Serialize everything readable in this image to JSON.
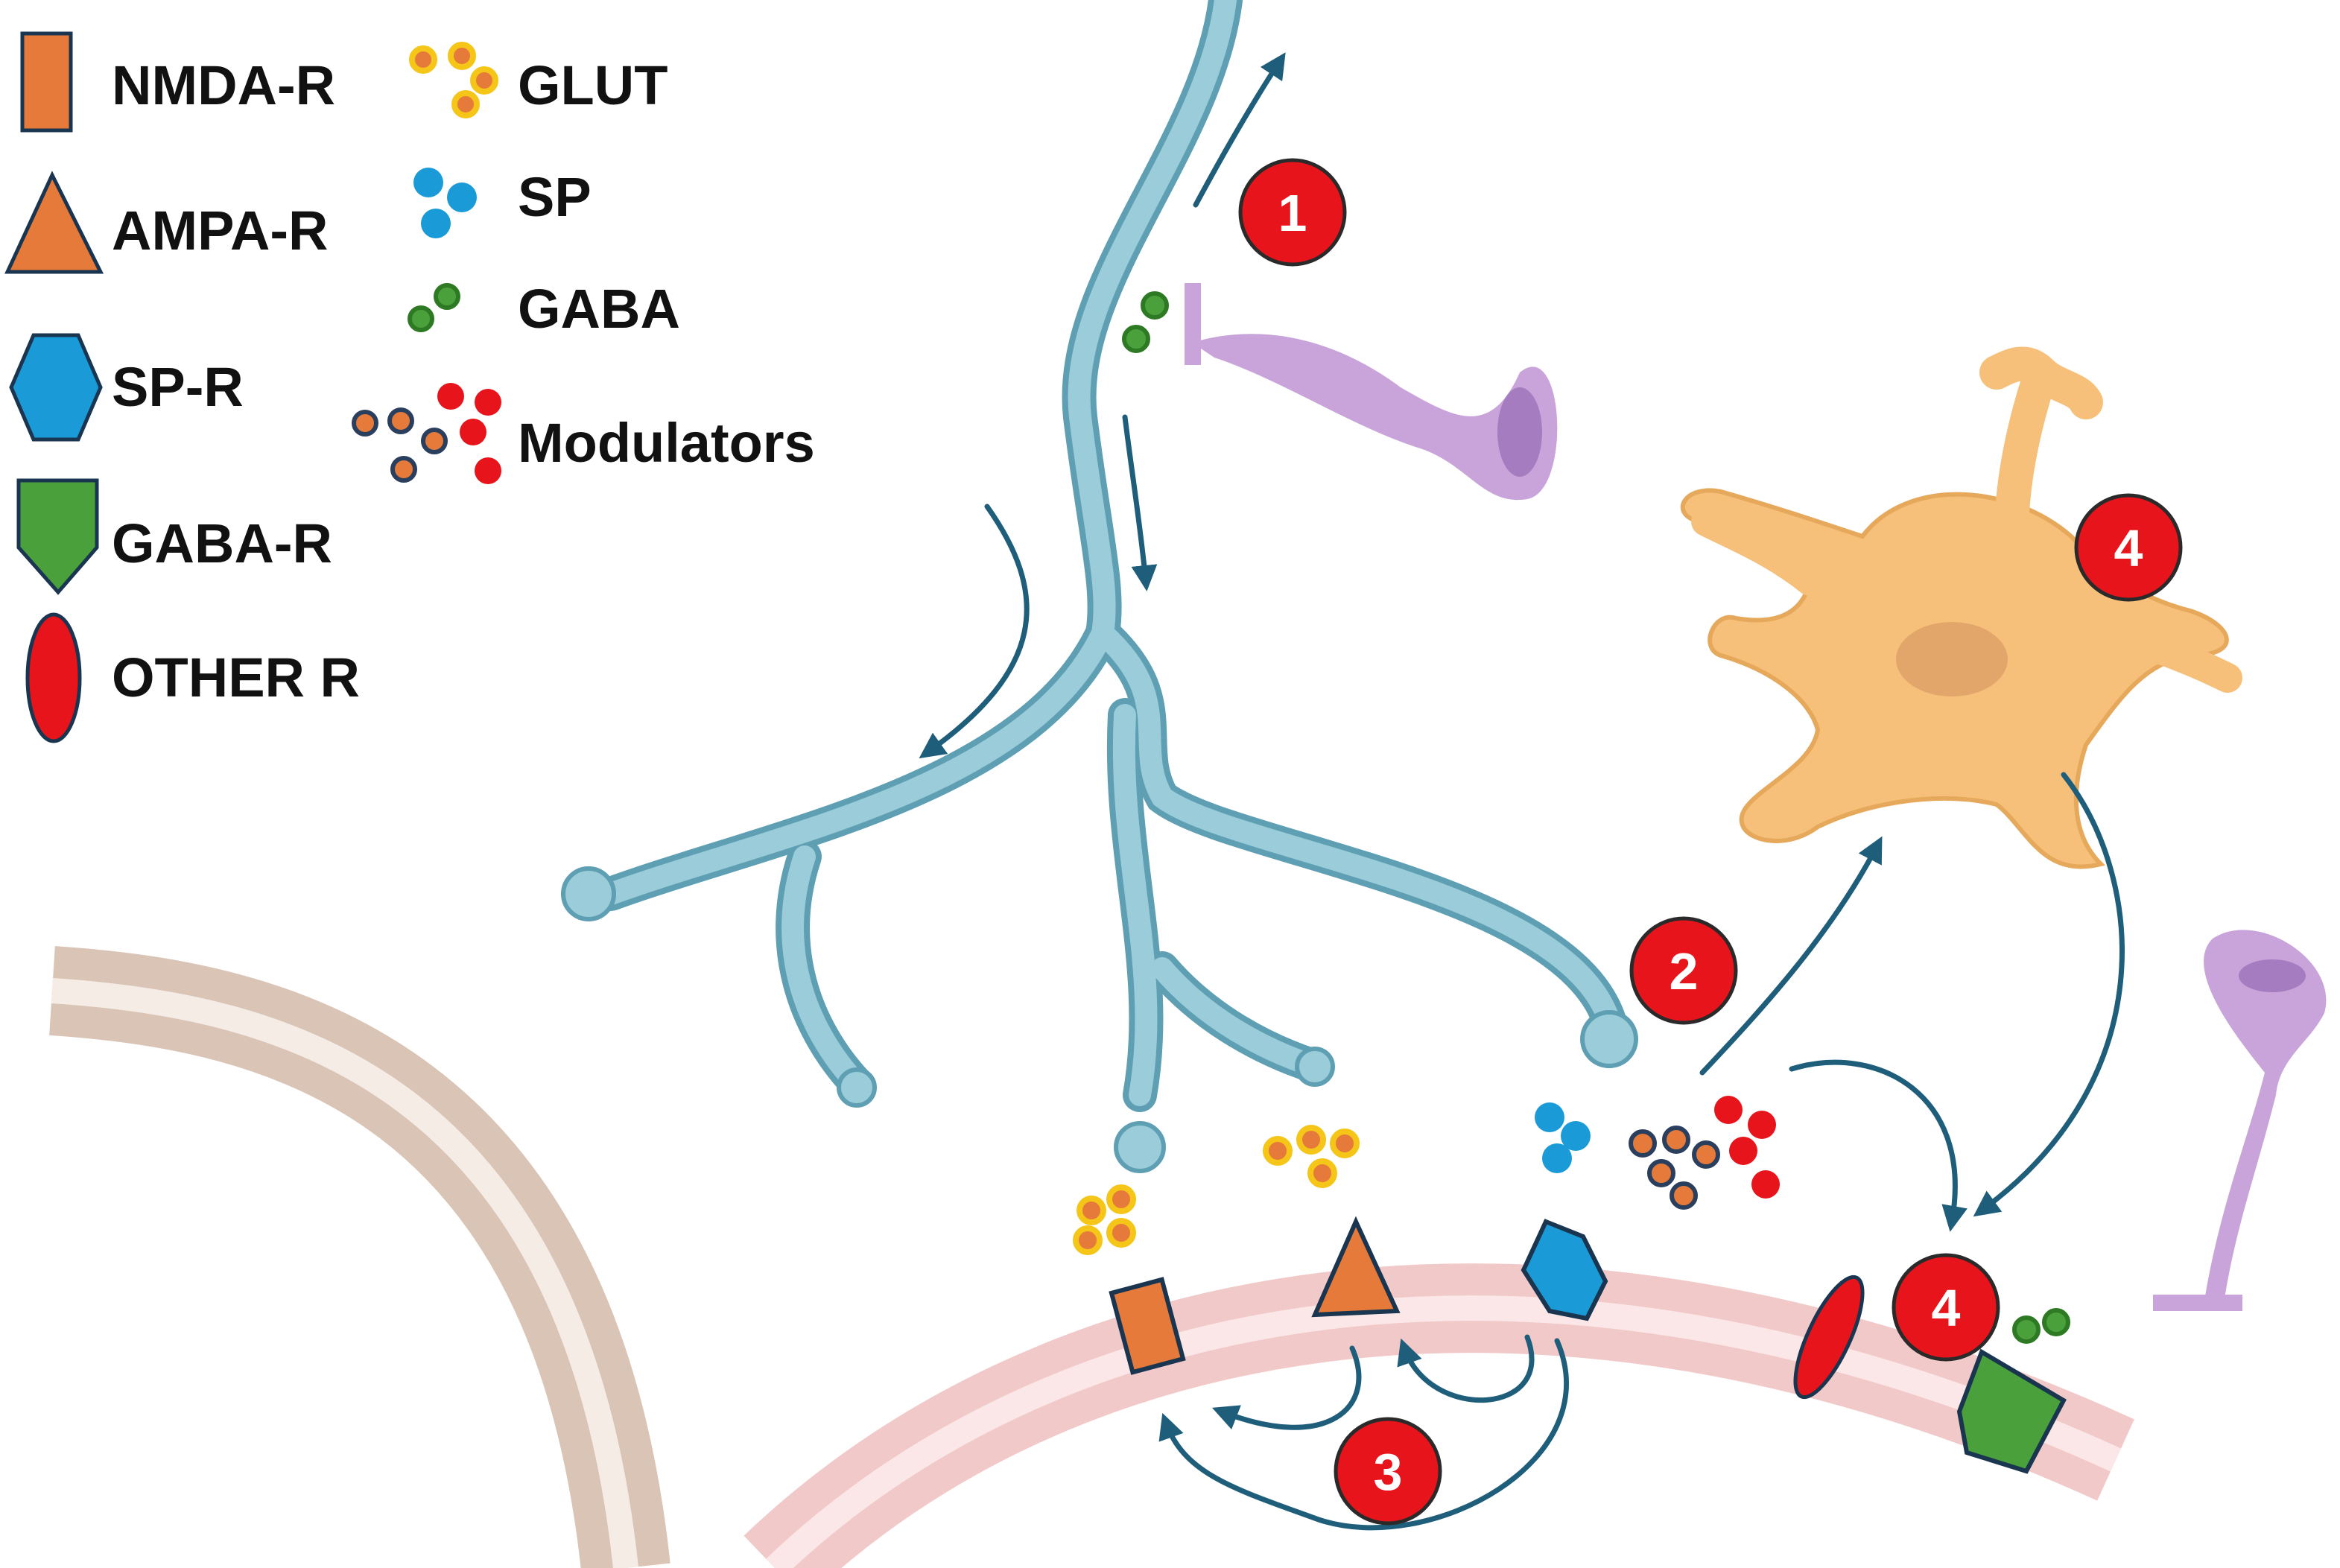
{
  "legend": {
    "receptors": [
      {
        "label": "NMDA-R",
        "shape": "rectangle",
        "color": "#E57A3A"
      },
      {
        "label": "AMPA-R",
        "shape": "triangle",
        "color": "#E57A3A"
      },
      {
        "label": "SP-R",
        "shape": "hexagon",
        "color": "#1A9BD7"
      },
      {
        "label": "GABA-R",
        "shape": "pentagon",
        "color": "#4AA13B"
      },
      {
        "label": "OTHER R",
        "shape": "ellipse",
        "color": "#E8141B"
      }
    ],
    "ligands": [
      {
        "label": "GLUT",
        "color": "#F5A623"
      },
      {
        "label": "SP",
        "color": "#1A9BD7"
      },
      {
        "label": "GABA",
        "color": "#4AA13B"
      },
      {
        "label": "Modulators",
        "color": "#E8141B"
      }
    ]
  },
  "badges": {
    "step1": "1",
    "step2": "2",
    "step3": "3",
    "step4_astrocyte": "4",
    "step4_receptor": "4"
  },
  "colors": {
    "afferent_fiber": "#9ACCD9",
    "afferent_outline": "#5E9FB3",
    "arrow": "#1F5E7A",
    "interneuron": "#C9A4DA",
    "astrocyte": "#F6C07A",
    "membrane": "#F2C9C9",
    "vessel": "#E3D2C6",
    "badge": "#E8141B"
  }
}
